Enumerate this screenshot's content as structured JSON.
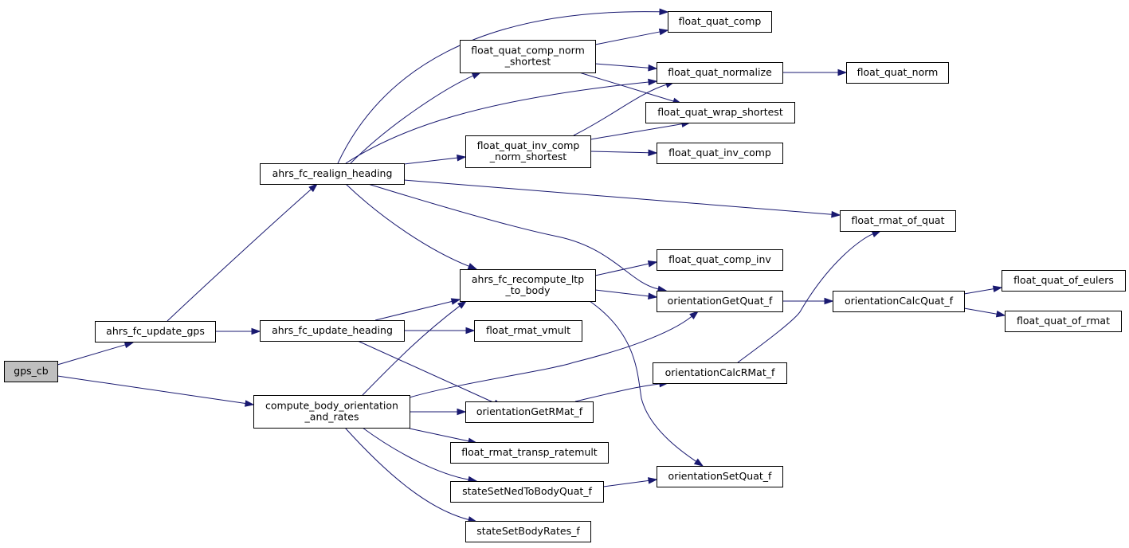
{
  "graph": {
    "nodes": [
      {
        "id": "gps_cb",
        "lines": [
          "gps_cb"
        ],
        "root": true
      },
      {
        "id": "ahrs_fc_update_gps",
        "lines": [
          "ahrs_fc_update_gps"
        ]
      },
      {
        "id": "compute_body",
        "lines": [
          "compute_body_orientation",
          "_and_rates"
        ]
      },
      {
        "id": "ahrs_fc_realign_heading",
        "lines": [
          "ahrs_fc_realign_heading"
        ]
      },
      {
        "id": "ahrs_fc_update_heading",
        "lines": [
          "ahrs_fc_update_heading"
        ]
      },
      {
        "id": "float_quat_comp_norm_shortest",
        "lines": [
          "float_quat_comp_norm",
          "_shortest"
        ]
      },
      {
        "id": "float_quat_inv_comp_norm_shortest",
        "lines": [
          "float_quat_inv_comp",
          "_norm_shortest"
        ]
      },
      {
        "id": "ahrs_fc_recompute_ltp_to_body",
        "lines": [
          "ahrs_fc_recompute_ltp",
          "_to_body"
        ]
      },
      {
        "id": "float_rmat_vmult",
        "lines": [
          "float_rmat_vmult"
        ]
      },
      {
        "id": "orientationGetRMat_f",
        "lines": [
          "orientationGetRMat_f"
        ]
      },
      {
        "id": "float_rmat_transp_ratemult",
        "lines": [
          "float_rmat_transp_ratemult"
        ]
      },
      {
        "id": "stateSetNedToBodyQuat_f",
        "lines": [
          "stateSetNedToBodyQuat_f"
        ]
      },
      {
        "id": "stateSetBodyRates_f",
        "lines": [
          "stateSetBodyRates_f"
        ]
      },
      {
        "id": "float_quat_comp",
        "lines": [
          "float_quat_comp"
        ]
      },
      {
        "id": "float_quat_normalize",
        "lines": [
          "float_quat_normalize"
        ]
      },
      {
        "id": "float_quat_wrap_shortest",
        "lines": [
          "float_quat_wrap_shortest"
        ]
      },
      {
        "id": "float_quat_inv_comp",
        "lines": [
          "float_quat_inv_comp"
        ]
      },
      {
        "id": "float_quat_comp_inv",
        "lines": [
          "float_quat_comp_inv"
        ]
      },
      {
        "id": "orientationGetQuat_f",
        "lines": [
          "orientationGetQuat_f"
        ]
      },
      {
        "id": "orientationCalcRMat_f",
        "lines": [
          "orientationCalcRMat_f"
        ]
      },
      {
        "id": "orientationSetQuat_f",
        "lines": [
          "orientationSetQuat_f"
        ]
      },
      {
        "id": "float_quat_norm",
        "lines": [
          "float_quat_norm"
        ]
      },
      {
        "id": "float_rmat_of_quat",
        "lines": [
          "float_rmat_of_quat"
        ]
      },
      {
        "id": "orientationCalcQuat_f",
        "lines": [
          "orientationCalcQuat_f"
        ]
      },
      {
        "id": "float_quat_of_eulers",
        "lines": [
          "float_quat_of_eulers"
        ]
      },
      {
        "id": "float_quat_of_rmat",
        "lines": [
          "float_quat_of_rmat"
        ]
      }
    ],
    "edges": [
      {
        "from": "gps_cb",
        "to": "ahrs_fc_update_gps"
      },
      {
        "from": "gps_cb",
        "to": "compute_body"
      },
      {
        "from": "ahrs_fc_update_gps",
        "to": "ahrs_fc_realign_heading"
      },
      {
        "from": "ahrs_fc_update_gps",
        "to": "ahrs_fc_update_heading"
      },
      {
        "from": "ahrs_fc_realign_heading",
        "to": "float_quat_comp"
      },
      {
        "from": "ahrs_fc_realign_heading",
        "to": "float_quat_comp_norm_shortest"
      },
      {
        "from": "ahrs_fc_realign_heading",
        "to": "float_quat_normalize"
      },
      {
        "from": "ahrs_fc_realign_heading",
        "to": "float_quat_inv_comp_norm_shortest"
      },
      {
        "from": "ahrs_fc_realign_heading",
        "to": "float_rmat_of_quat"
      },
      {
        "from": "ahrs_fc_realign_heading",
        "to": "ahrs_fc_recompute_ltp_to_body"
      },
      {
        "from": "ahrs_fc_realign_heading",
        "to": "orientationGetQuat_f"
      },
      {
        "from": "float_quat_comp_norm_shortest",
        "to": "float_quat_comp"
      },
      {
        "from": "float_quat_comp_norm_shortest",
        "to": "float_quat_normalize"
      },
      {
        "from": "float_quat_comp_norm_shortest",
        "to": "float_quat_wrap_shortest"
      },
      {
        "from": "float_quat_inv_comp_norm_shortest",
        "to": "float_quat_normalize"
      },
      {
        "from": "float_quat_inv_comp_norm_shortest",
        "to": "float_quat_wrap_shortest"
      },
      {
        "from": "float_quat_inv_comp_norm_shortest",
        "to": "float_quat_inv_comp"
      },
      {
        "from": "float_quat_normalize",
        "to": "float_quat_norm"
      },
      {
        "from": "ahrs_fc_update_heading",
        "to": "ahrs_fc_recompute_ltp_to_body"
      },
      {
        "from": "ahrs_fc_update_heading",
        "to": "float_rmat_vmult"
      },
      {
        "from": "ahrs_fc_update_heading",
        "to": "orientationGetRMat_f"
      },
      {
        "from": "ahrs_fc_recompute_ltp_to_body",
        "to": "float_quat_comp_inv"
      },
      {
        "from": "ahrs_fc_recompute_ltp_to_body",
        "to": "orientationGetQuat_f"
      },
      {
        "from": "ahrs_fc_recompute_ltp_to_body",
        "to": "orientationSetQuat_f"
      },
      {
        "from": "compute_body",
        "to": "ahrs_fc_recompute_ltp_to_body"
      },
      {
        "from": "compute_body",
        "to": "orientationGetQuat_f"
      },
      {
        "from": "compute_body",
        "to": "orientationGetRMat_f"
      },
      {
        "from": "compute_body",
        "to": "float_rmat_transp_ratemult"
      },
      {
        "from": "compute_body",
        "to": "stateSetNedToBodyQuat_f"
      },
      {
        "from": "compute_body",
        "to": "stateSetBodyRates_f"
      },
      {
        "from": "orientationGetRMat_f",
        "to": "orientationCalcRMat_f"
      },
      {
        "from": "orientationCalcRMat_f",
        "to": "float_rmat_of_quat"
      },
      {
        "from": "orientationGetQuat_f",
        "to": "orientationCalcQuat_f"
      },
      {
        "from": "orientationCalcQuat_f",
        "to": "float_quat_of_eulers"
      },
      {
        "from": "orientationCalcQuat_f",
        "to": "float_quat_of_rmat"
      },
      {
        "from": "stateSetNedToBodyQuat_f",
        "to": "orientationSetQuat_f"
      }
    ]
  }
}
